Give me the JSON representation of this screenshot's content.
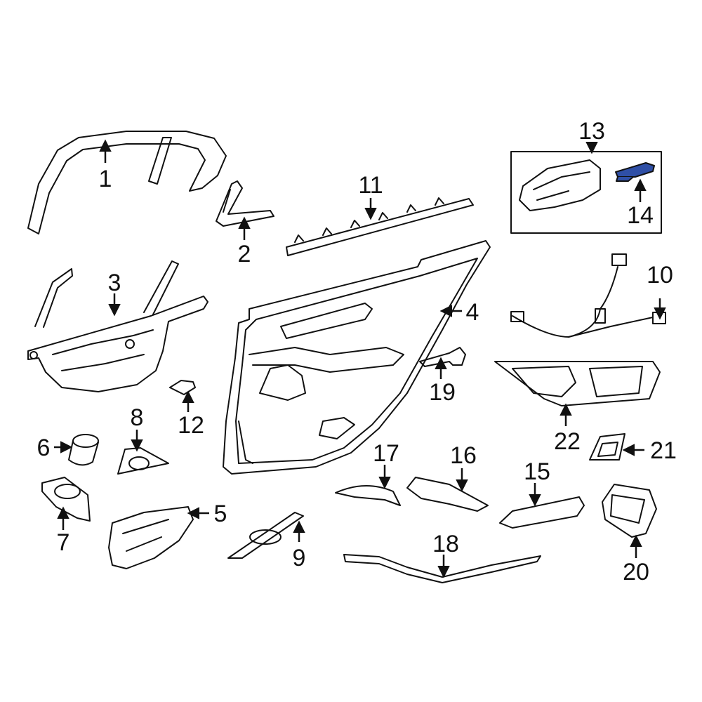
{
  "colors": {
    "line": "#111111",
    "background": "#ffffff",
    "highlight": "#2f4fa6"
  },
  "highlighted_part": "14",
  "callouts": [
    {
      "id": "1",
      "label": "1"
    },
    {
      "id": "2",
      "label": "2"
    },
    {
      "id": "3",
      "label": "3"
    },
    {
      "id": "4",
      "label": "4"
    },
    {
      "id": "5",
      "label": "5"
    },
    {
      "id": "6",
      "label": "6"
    },
    {
      "id": "7",
      "label": "7"
    },
    {
      "id": "8",
      "label": "8"
    },
    {
      "id": "9",
      "label": "9"
    },
    {
      "id": "10",
      "label": "10"
    },
    {
      "id": "11",
      "label": "11"
    },
    {
      "id": "12",
      "label": "12"
    },
    {
      "id": "13",
      "label": "13"
    },
    {
      "id": "14",
      "label": "14"
    },
    {
      "id": "15",
      "label": "15"
    },
    {
      "id": "16",
      "label": "16"
    },
    {
      "id": "17",
      "label": "17"
    },
    {
      "id": "18",
      "label": "18"
    },
    {
      "id": "19",
      "label": "19"
    },
    {
      "id": "20",
      "label": "20"
    },
    {
      "id": "21",
      "label": "21"
    },
    {
      "id": "22",
      "label": "22"
    }
  ]
}
